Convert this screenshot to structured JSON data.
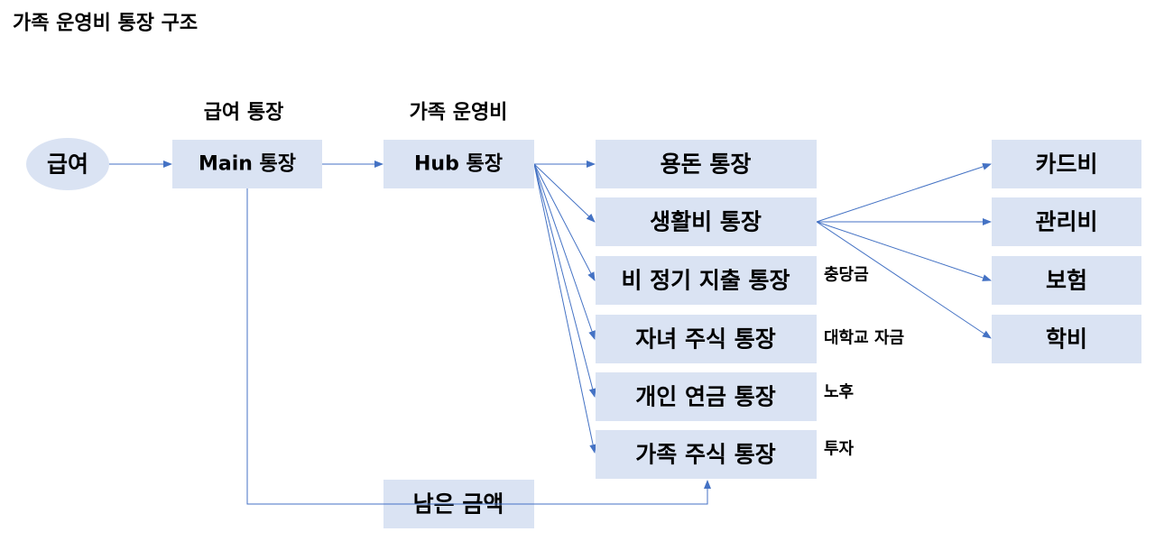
{
  "title": "가족 운영비 통장 구조",
  "headers": {
    "salary_account": "급여 통장",
    "family_fund": "가족 운영비"
  },
  "nodes": {
    "salary": "급여",
    "main": "Main 통장",
    "hub": "Hub 통장",
    "remaining": "남은 금액",
    "accounts": [
      "용돈 통장",
      "생활비 통장",
      "비 정기 지출 통장",
      "자녀 주식 통장",
      "개인 연금 통장",
      "가족 주식 통장"
    ],
    "expenses": [
      "카드비",
      "관리비",
      "보험",
      "학비"
    ]
  },
  "notes": [
    "충당금",
    "대학교 자금",
    "노후",
    "투자"
  ],
  "colors": {
    "box": "#dae3f3",
    "line": "#4472c4"
  }
}
